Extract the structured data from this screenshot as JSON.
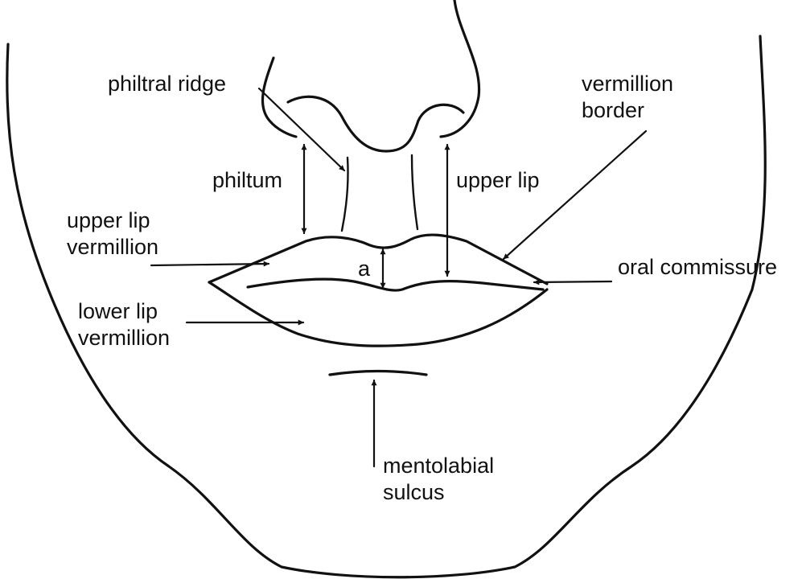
{
  "labels": {
    "philtral_ridge": "philtral ridge",
    "vermillion_border": "vermillion\nborder",
    "philtum": "philtum",
    "upper_lip": "upper lip",
    "upper_lip_vermillion": "upper lip\nvermillion",
    "a": "a",
    "oral_commissure": "oral commissure",
    "lower_lip_vermillion": "lower lip\nvermillion",
    "mentolabial_sulcus": "mentolabial\nsulcus"
  }
}
